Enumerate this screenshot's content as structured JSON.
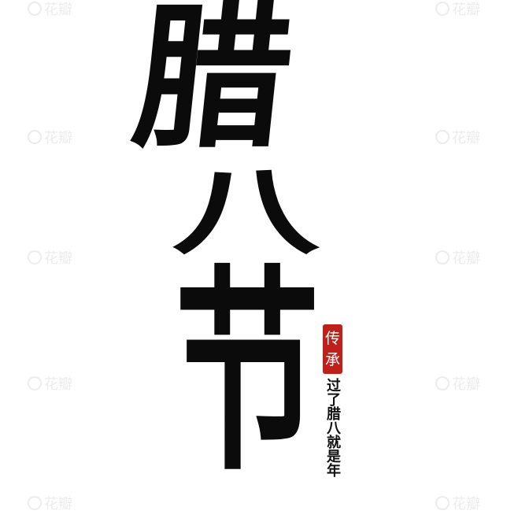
{
  "title_characters": [
    "腊",
    "八",
    "节"
  ],
  "seal": {
    "text": [
      "传",
      "承"
    ],
    "color": "#c0201c"
  },
  "vertical_text": "过了腊八就是年",
  "watermark": "花瓣",
  "colors": {
    "ink": "#0b0b0b",
    "background": "#ffffff",
    "watermark": "#ececec"
  }
}
